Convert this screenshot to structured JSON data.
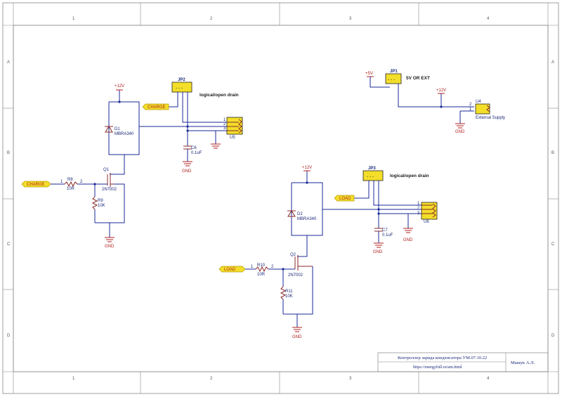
{
  "border": {
    "columns": [
      "1",
      "2",
      "3",
      "4"
    ],
    "rows": [
      "A",
      "B",
      "C",
      "D"
    ]
  },
  "title_block": {
    "title": "Контроллер заряда конденсатора  УМ.07.10.22",
    "url": "https://energyfull.ru/um.html",
    "author": "Машук А.Л."
  },
  "net_labels": {
    "charge": "CHARGE",
    "load": "LOAD"
  },
  "power": {
    "v12": "+12V",
    "v5": "+5V",
    "gnd": "GND"
  },
  "jumpers": {
    "jp1": "JP1",
    "jp2": "JP2",
    "jp3": "JP3",
    "pins": "- - -"
  },
  "notes": {
    "open_drain": "logical/open drain",
    "five_v_or_ext": "5V OR EXT",
    "external_supply": "External Supply"
  },
  "components": {
    "d1": {
      "ref": "D1",
      "value": "MBRA340"
    },
    "d2": {
      "ref": "D2",
      "value": "MBRA340"
    },
    "q1": {
      "ref": "Q1",
      "value": "2N7002"
    },
    "q2": {
      "ref": "Q2",
      "value": "2N7002"
    },
    "r8": {
      "ref": "R8",
      "value": "10R"
    },
    "r9": {
      "ref": "R9",
      "value": "10K"
    },
    "r10": {
      "ref": "R10",
      "value": "10R"
    },
    "r11": {
      "ref": "R11",
      "value": "10K"
    },
    "c6": {
      "ref": "C6",
      "value": "0.1uF"
    },
    "c7": {
      "ref": "C7",
      "value": "0.1uF"
    },
    "u4": {
      "ref": "U4"
    },
    "u5": {
      "ref": "U5"
    },
    "u6": {
      "ref": "U6"
    }
  },
  "pin_numbers": {
    "p1": "1",
    "p2": "2",
    "p3": "3"
  },
  "colors": {
    "wire": "#1b2a9a",
    "component": "#8a2a2a",
    "net_tag": "#f3de2a"
  }
}
